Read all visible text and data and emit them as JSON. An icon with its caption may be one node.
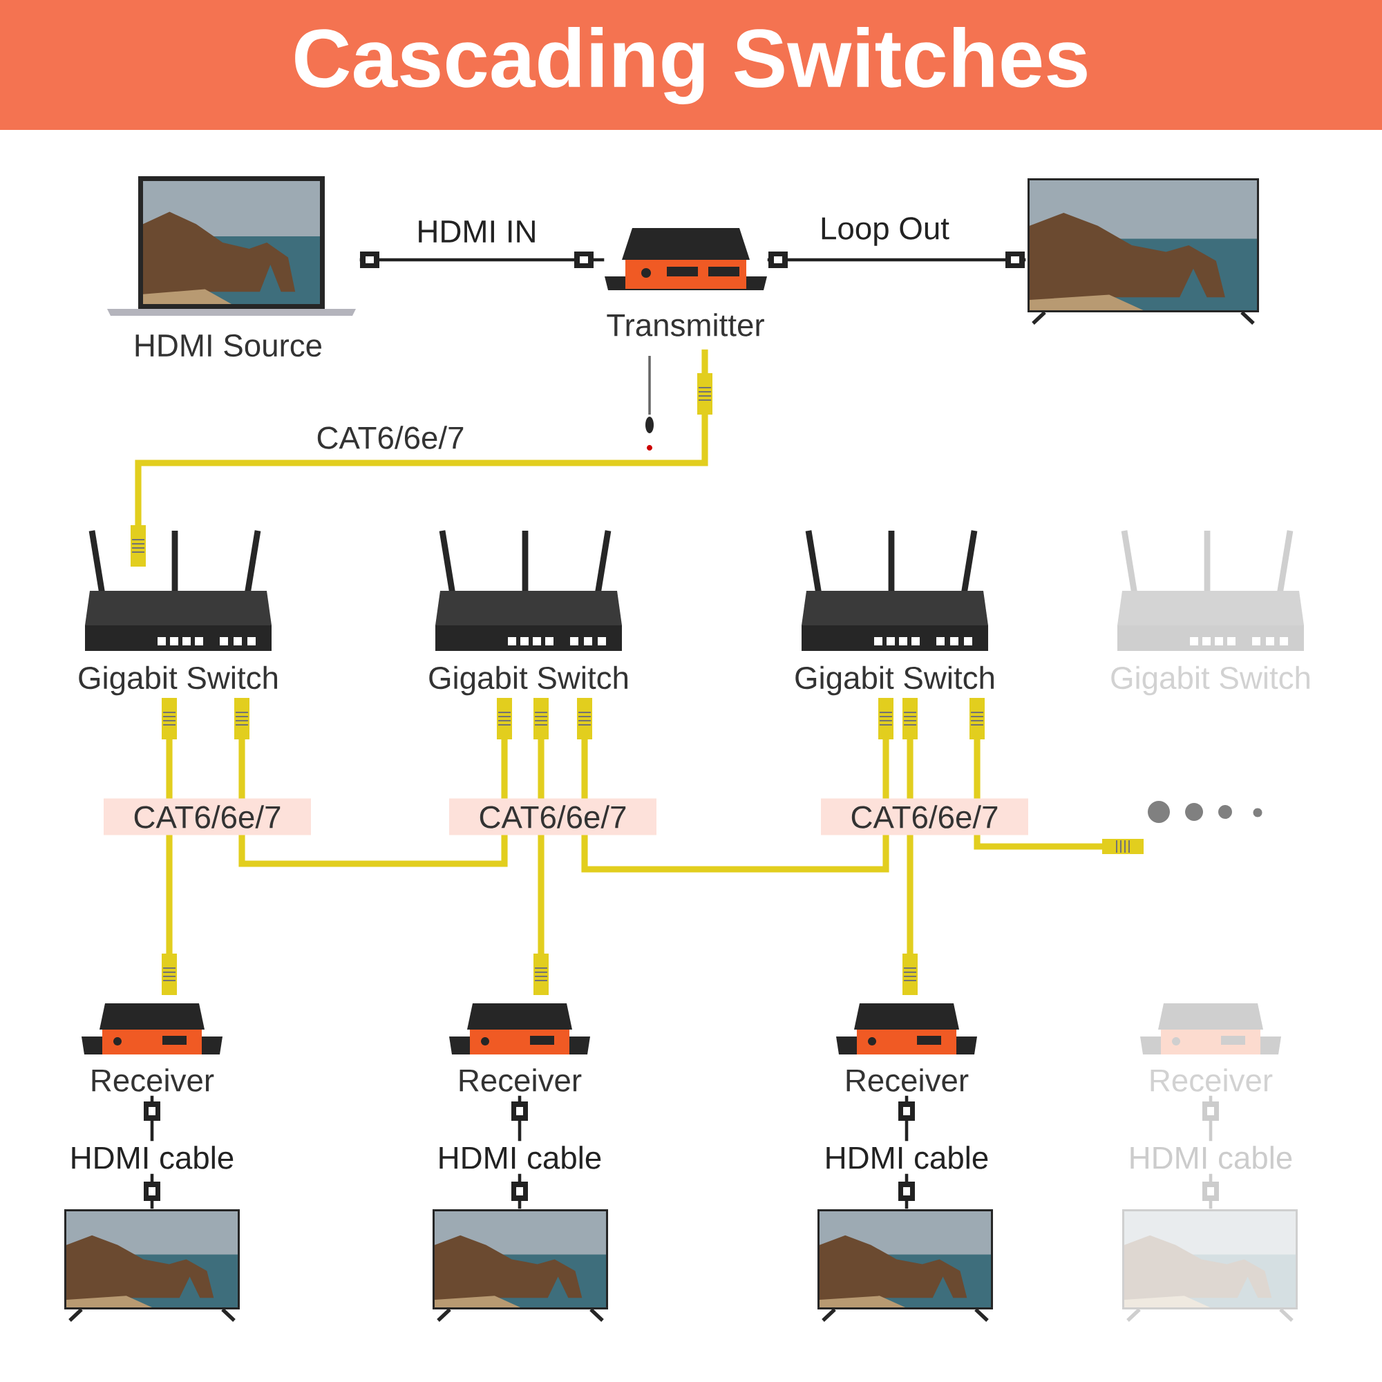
{
  "diagram": {
    "title": "Cascading Switches",
    "nodes": [
      {
        "text": [
          "HDMI Source"
        ]
      },
      {
        "text": [
          "Transmitter"
        ]
      },
      {
        "text": [],
        "shape": "picture"
      },
      {
        "text": [
          "Gigabit Switch"
        ]
      },
      {
        "text": [
          "Gigabit Switch"
        ]
      },
      {
        "text": [
          "Gigabit Switch"
        ]
      },
      {
        "text": [
          "Gigabit Switch"
        ]
      },
      {
        "text": [
          "Receiver"
        ]
      },
      {
        "text": [
          "Receiver"
        ]
      },
      {
        "text": [
          "Receiver"
        ]
      },
      {
        "text": [
          "Receiver"
        ]
      },
      {
        "text": [],
        "shape": "picture"
      },
      {
        "text": [],
        "shape": "picture"
      },
      {
        "text": [],
        "shape": "picture"
      },
      {
        "text": [],
        "shape": "picture"
      },
      {
        "text": [],
        "shape": "circle"
      }
    ],
    "edges": [
      {
        "from": 0,
        "to": 1,
        "arrow": "other",
        "label": "HDMI IN",
        "color": "#222222"
      },
      {
        "from": 1,
        "to": 2,
        "arrow": "other",
        "label": "Loop Out",
        "color": "#222222"
      },
      {
        "from": 1,
        "to": 3,
        "arrow": "other",
        "label": "CAT6/6e/7"
      },
      {
        "from": 3,
        "to": 7,
        "arrow": "other"
      },
      {
        "from": 3,
        "to": 4,
        "arrow": "other"
      },
      {
        "from": 4,
        "to": 8,
        "arrow": "other"
      },
      {
        "from": 4,
        "to": 5,
        "arrow": "other"
      },
      {
        "from": 5,
        "to": 9,
        "arrow": "other"
      },
      {
        "from": 5,
        "to": 15,
        "arrow": "other"
      },
      {
        "from": 7,
        "to": 11,
        "arrow": "other",
        "label": "HDMI cable",
        "color": "#222222"
      },
      {
        "from": 8,
        "to": 12,
        "arrow": "other",
        "label": "HDMI cable",
        "color": "#222222"
      },
      {
        "from": 9,
        "to": 13,
        "arrow": "other",
        "label": "HDMI cable",
        "color": "#222222"
      },
      {
        "from": 10,
        "to": 14,
        "arrow": "other",
        "label": "HDMI cable",
        "color": "#cccccc"
      }
    ],
    "labels": [
      "CAT6/6e/7",
      "CAT6/6e/7",
      "CAT6/6e/7"
    ]
  }
}
